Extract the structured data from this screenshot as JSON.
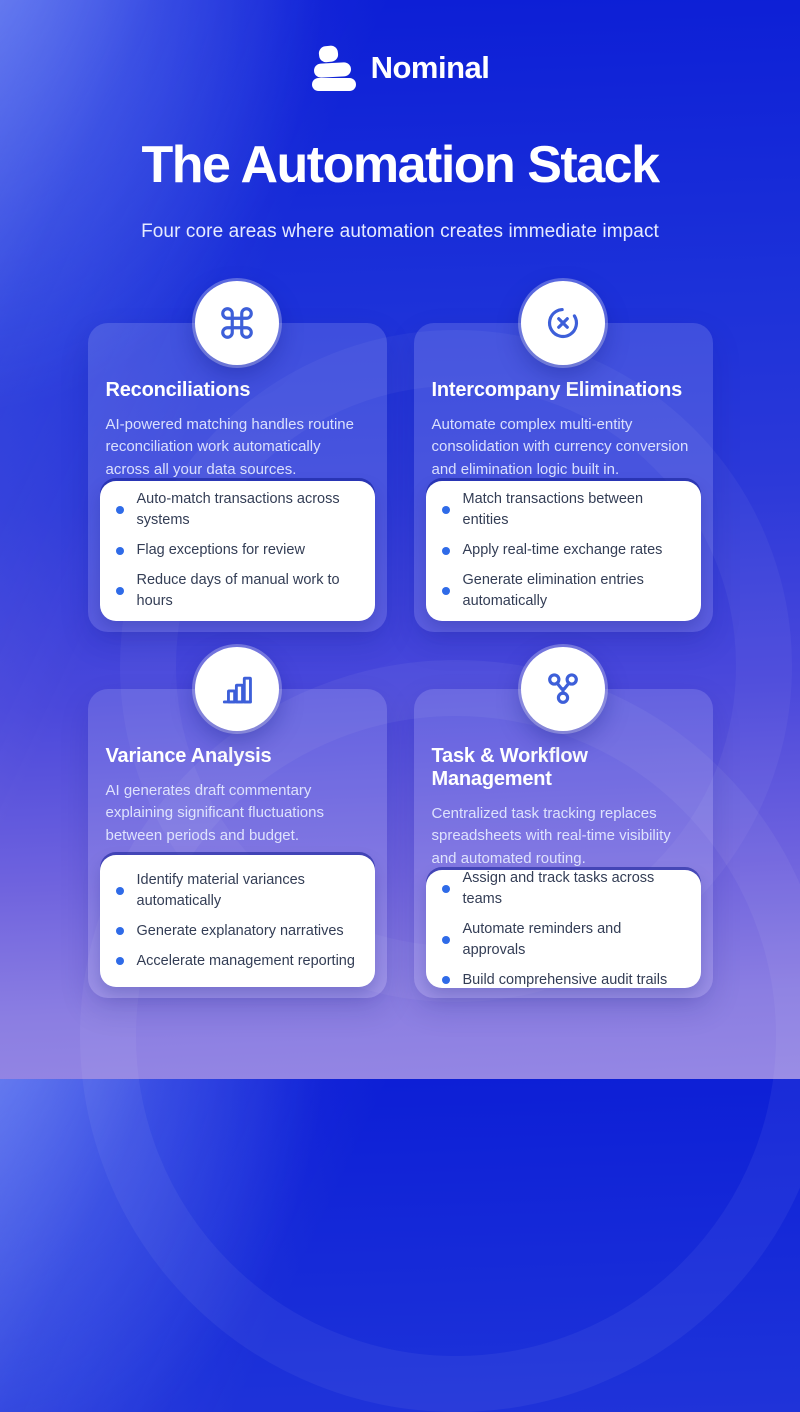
{
  "brand": {
    "name": "Nominal",
    "logo_icon": "nominal-stack-logo"
  },
  "header": {
    "title": "The Automation Stack",
    "subtitle": "Four core areas where automation creates immediate impact"
  },
  "colors": {
    "background_top": "#0c1ed6",
    "background_bottom": "#9587e4",
    "card_overlay": "rgba(255,255,255,0.14)",
    "icon_stroke": "#3d5fd9",
    "bullet_dot": "#2f6be8",
    "list_text": "#333d55",
    "title_text": "#ffffff"
  },
  "cards": [
    {
      "icon": "command-icon",
      "title": "Reconciliations",
      "description": "AI-powered matching handles routine reconciliation work automatically across all your data sources.",
      "bullets": [
        "Auto-match transactions across systems",
        "Flag exceptions for review",
        "Reduce days of manual work to hours"
      ]
    },
    {
      "icon": "circle-x-icon",
      "title": "Intercompany Eliminations",
      "description": "Automate complex multi-entity consolidation with currency conversion and elimination logic built in.",
      "bullets": [
        "Match transactions between entities",
        "Apply real-time exchange rates",
        "Generate elimination entries automatically"
      ]
    },
    {
      "icon": "bar-chart-icon",
      "title": "Variance Analysis",
      "description": "AI generates draft commentary explaining significant fluctuations between periods and budget.",
      "bullets": [
        "Identify material variances automatically",
        "Generate explanatory narratives",
        "Accelerate management reporting"
      ]
    },
    {
      "icon": "branch-icon",
      "title": "Task & Workflow Management",
      "description": "Centralized task tracking replaces spreadsheets with real-time visibility and automated routing.",
      "bullets": [
        "Assign and track tasks across teams",
        "Automate reminders and approvals",
        "Build comprehensive audit trails"
      ]
    }
  ]
}
